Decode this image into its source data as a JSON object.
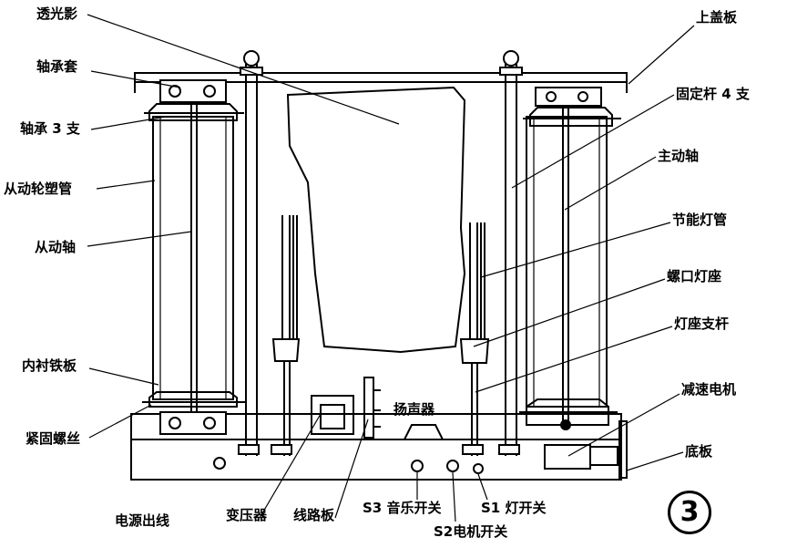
{
  "labels": {
    "light_shadow": "透光影",
    "top_plate": "上盖板",
    "bearing_sleeve": "轴承套",
    "fixed_rod": "固定杆 4 支",
    "bearing": "轴承 3 支",
    "drive_shaft": "主动轴",
    "driven_wheel_tube": "从动轮塑管",
    "energy_lamp": "节能灯管",
    "driven_shaft": "从动轴",
    "screw_socket": "螺口灯座",
    "socket_rod": "灯座支杆",
    "inner_iron_plate": "内衬铁板",
    "speaker": "扬声器",
    "gear_motor": "减速电机",
    "fastening_screw": "紧固螺丝",
    "base_plate": "底板",
    "power_cord": "电源出线",
    "transformer": "变压器",
    "circuit_board": "线路板",
    "s3_music": "S3 音乐开关",
    "s1_light": "S1 灯开关",
    "s2_motor": "S2电机开关"
  },
  "figure_number": "3"
}
